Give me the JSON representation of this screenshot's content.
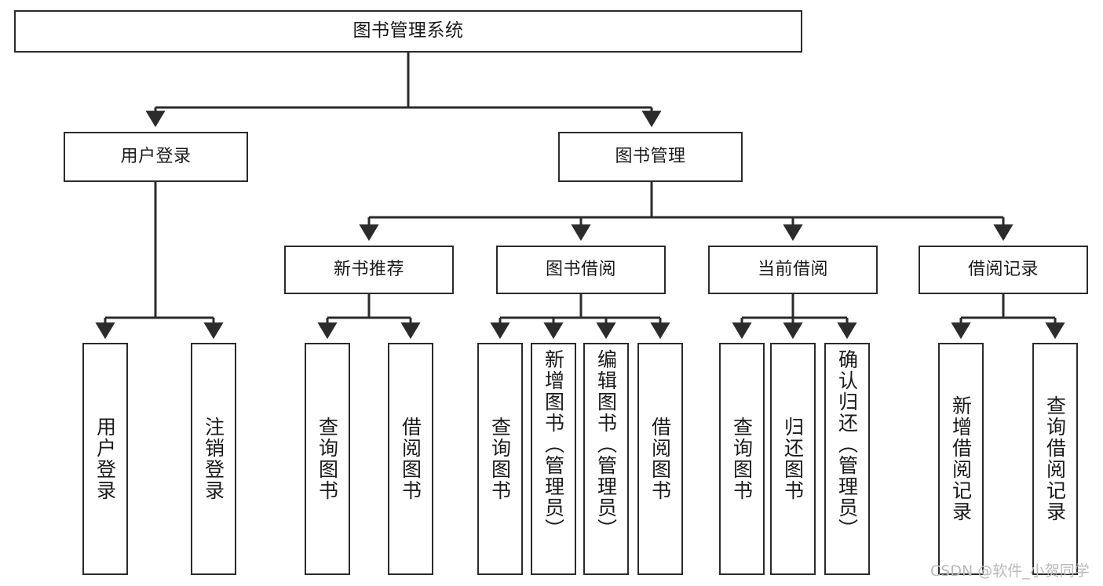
{
  "diagram": {
    "title": "图书管理系统",
    "type": "tree-hierarchy",
    "stroke_color": "#2b2b2b",
    "background_color": "#ffffff",
    "root": {
      "id": "root",
      "label": "图书管理系统"
    },
    "level2": [
      {
        "id": "user-login",
        "label": "用户登录"
      },
      {
        "id": "book-management",
        "label": "图书管理"
      }
    ],
    "level3": [
      {
        "id": "new-book-recommend",
        "label": "新书推荐"
      },
      {
        "id": "book-borrow",
        "label": "图书借阅"
      },
      {
        "id": "current-borrow",
        "label": "当前借阅"
      },
      {
        "id": "borrow-record",
        "label": "借阅记录"
      }
    ],
    "leaves": {
      "user_login": [
        {
          "id": "leaf-user-login",
          "label": "用户登录"
        },
        {
          "id": "leaf-logout-login",
          "label": "注销登录"
        }
      ],
      "new_book_recommend": [
        {
          "id": "leaf-query-book-1",
          "label": "查询图书"
        },
        {
          "id": "leaf-borrow-book-1",
          "label": "借阅图书"
        }
      ],
      "book_borrow": [
        {
          "id": "leaf-query-book-2",
          "label": "查询图书"
        },
        {
          "id": "leaf-add-book",
          "label": "新增图书（管理员）"
        },
        {
          "id": "leaf-edit-book",
          "label": "编辑图书（管理员）"
        },
        {
          "id": "leaf-borrow-book-2",
          "label": "借阅图书"
        }
      ],
      "current_borrow": [
        {
          "id": "leaf-query-book-3",
          "label": "查询图书"
        },
        {
          "id": "leaf-return-book",
          "label": "归还图书"
        },
        {
          "id": "leaf-confirm-return",
          "label": "确认归还（管理员）"
        }
      ],
      "borrow_record": [
        {
          "id": "leaf-add-record",
          "label": "新增借阅记录"
        },
        {
          "id": "leaf-query-record",
          "label": "查询借阅记录"
        }
      ]
    }
  },
  "watermark": {
    "text": "CSDN @软件_小贺同学"
  }
}
